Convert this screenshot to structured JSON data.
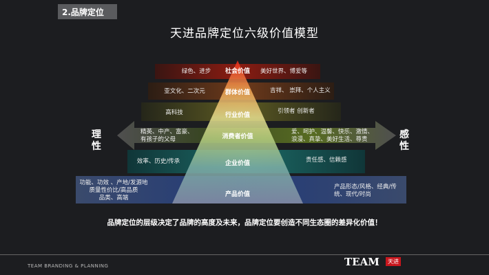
{
  "header": {
    "section": "2.品牌定位",
    "title": "天进品牌定位六级价值模型"
  },
  "axis": {
    "left": "理性",
    "right": "感性"
  },
  "levels": [
    {
      "name": "社会价值",
      "left": "绿色、进步",
      "right": "美好世界、博爱等"
    },
    {
      "name": "群体价值",
      "left": "亚文化、二次元",
      "right": "吉祥、 崇拜、个人主义"
    },
    {
      "name": "行业价值",
      "left": "高科技",
      "right": "引领者 创新者"
    },
    {
      "name": "消费者价值",
      "left": "精英、中产、富豪、\n有孩子的父母",
      "right": "爱、呵护、温馨、快乐、激情、\n浪漫、真挚、美好生活、尊贵"
    },
    {
      "name": "企业价值",
      "left": "效率、历史/传承",
      "right": "责任感、信赖感"
    },
    {
      "name": "产品价值",
      "left": "功能、功效 、产地/发源地\n质量性价比/高品质\n品类、高端",
      "right": "产品形态/风格、经典/传\n统、现代/时尚"
    }
  ],
  "statement": "品牌定位的层级决定了品牌的高度及未来，品牌定位要创造不同生态圈的差异化价值！",
  "footer": {
    "text": "TEAM BRANDING & PLANNING",
    "logo": "TEAM",
    "logo_badge": "天进"
  }
}
